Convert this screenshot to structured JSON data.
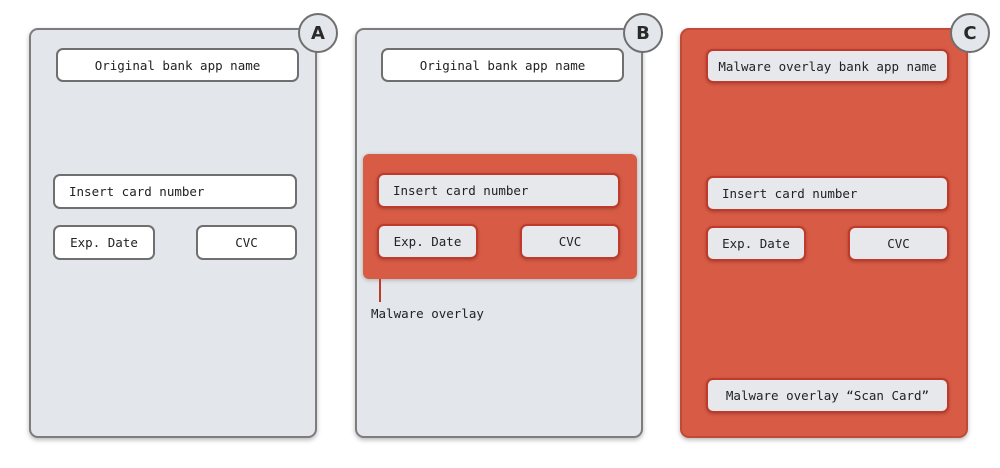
{
  "panels": [
    {
      "badge": "A",
      "app_name": "Original bank app name",
      "card_number": "Insert card number",
      "exp_date": "Exp. Date",
      "cvc": "CVC"
    },
    {
      "badge": "B",
      "app_name": "Original bank app name",
      "card_number": "Insert card number",
      "exp_date": "Exp. Date",
      "cvc": "CVC",
      "overlay_label": "Malware overlay"
    },
    {
      "badge": "C",
      "app_name": "Malware overlay bank app name",
      "card_number": "Insert card number",
      "exp_date": "Exp. Date",
      "cvc": "CVC",
      "scan_button": "Malware overlay “Scan Card”"
    }
  ],
  "colors": {
    "phone_background": "#e3e6ea",
    "malware_red": "#d85b45",
    "malware_border": "#c0392b"
  }
}
